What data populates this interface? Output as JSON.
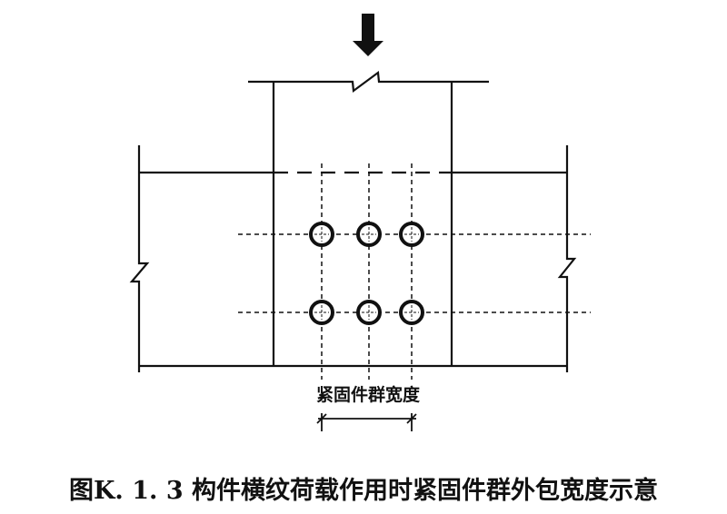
{
  "diagram": {
    "dimension_label": "紧固件群宽度",
    "caption": "图K. 1. 3 构件横纹荷载作用时紧固件群外包宽度示意",
    "fastener_rows": 2,
    "fastener_columns": 3
  }
}
